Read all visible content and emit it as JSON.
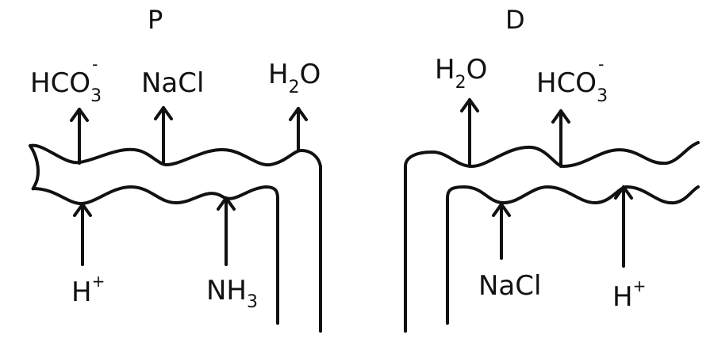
{
  "panels": {
    "left": {
      "title": "P",
      "labels": {
        "bicarbonate": {
          "base": "HCO",
          "sub": "3",
          "sup": "-"
        },
        "nacl_top": "NaCl",
        "water": {
          "base_h": "H",
          "sub": "2",
          "base_o": "O"
        },
        "proton": {
          "base": "H",
          "sup": "+"
        },
        "ammonia": {
          "base": "NH",
          "sub": "3"
        }
      }
    },
    "right": {
      "title": "D",
      "labels": {
        "water": {
          "base_h": "H",
          "sub": "2",
          "base_o": "O"
        },
        "bicarbonate": {
          "base": "HCO",
          "sub": "3",
          "sup": "-"
        },
        "nacl_bottom": "NaCl",
        "proton": {
          "base": "H",
          "sup": "+"
        }
      }
    }
  },
  "icons": {
    "arrow": "up-arrow-icon"
  }
}
